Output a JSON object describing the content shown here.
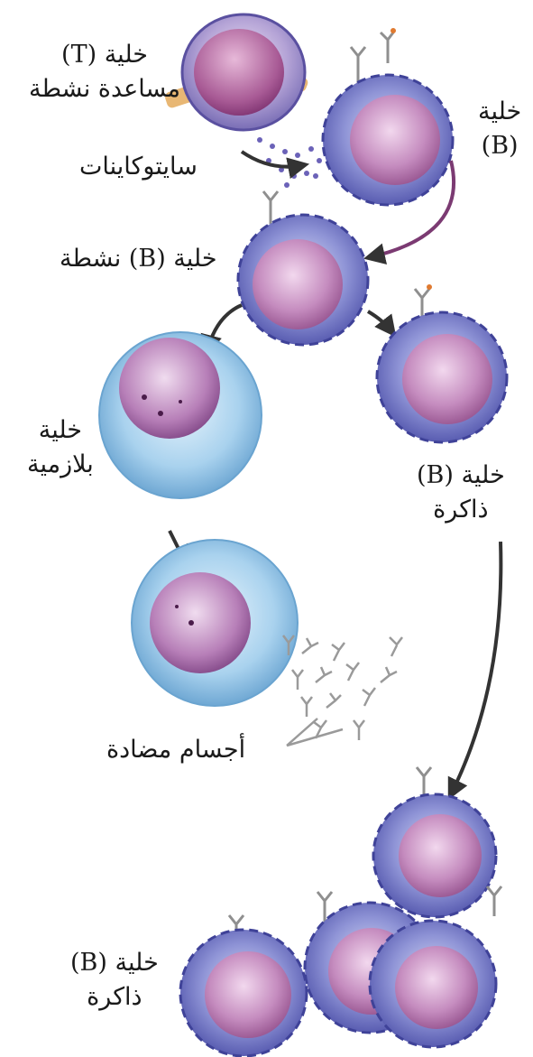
{
  "labels": {
    "helper_t_line1": "خلية (T)",
    "helper_t_line2": "مساعدة نشطة",
    "b_cell_line1": "خلية",
    "b_cell_line2": "(B)",
    "cytokines": "سايتوكاينات",
    "activated_b": "خلية (B) نشطة",
    "plasma_line1": "خلية",
    "plasma_line2": "بلازمية",
    "memory_b_line1": "خلية (B)",
    "memory_b_line2": "ذاكرة",
    "antibodies": "أجسام مضادة",
    "memory_b2_line1": "خلية (B)",
    "memory_b2_line2": "ذاكرة"
  },
  "colors": {
    "b_cell_membrane": "#6f74c2",
    "b_cell_nucleus": "#b56fa8",
    "plasma_cytoplasm": "#9cc8e8",
    "t_cell_membrane": "#8e86c4",
    "arrow": "#333333",
    "antibody": "#9a9a9a",
    "receptor_tip": "#e07a30"
  }
}
